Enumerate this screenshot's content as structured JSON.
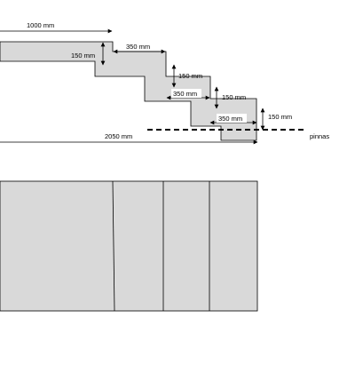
{
  "colors": {
    "fill": "#d9d9d9",
    "stroke": "#000000",
    "background": "#ffffff"
  },
  "profile": {
    "top_length": "1000 mm",
    "step_rise_1": "150 mm",
    "step_run_1": "350 mm",
    "step_rise_2": "150 mm",
    "step_run_2": "350 mm",
    "step_rise_3": "150 mm",
    "step_run_3": "350 mm",
    "step_rise_4": "150 mm",
    "total_length": "2050 mm",
    "ground_label": "pinnas"
  }
}
